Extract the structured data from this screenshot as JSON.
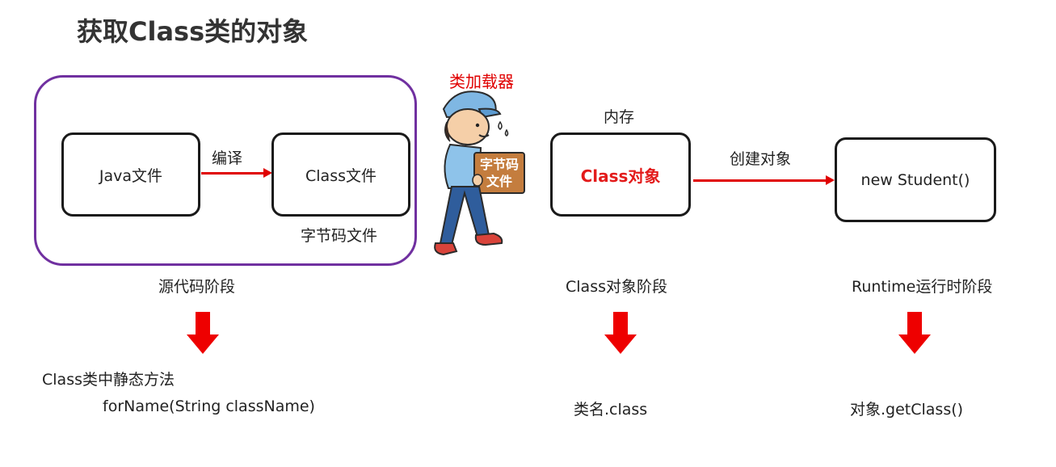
{
  "title": "获取Class类的对象",
  "stage1": {
    "java_file": "Java文件",
    "compile": "编译",
    "class_file": "Class文件",
    "bytecode_file": "字节码文件",
    "stage_label": "源代码阶段"
  },
  "classloader": {
    "label": "类加载器",
    "box_text_line1": "字节码",
    "box_text_line2": "文件"
  },
  "stage2": {
    "memory": "内存",
    "class_object": "Class对象",
    "create_object": "创建对象",
    "new_student": "new Student()",
    "stage_label": "Class对象阶段"
  },
  "stage3": {
    "stage_label": "Runtime运行时阶段"
  },
  "methods": {
    "m1_line1": "Class类中静态方法",
    "m1_line2": "forName(String className)",
    "m2": "类名.class",
    "m3": "对象.getClass()"
  },
  "colors": {
    "accent_red": "#e00000",
    "frame_purple": "#7030a0"
  }
}
